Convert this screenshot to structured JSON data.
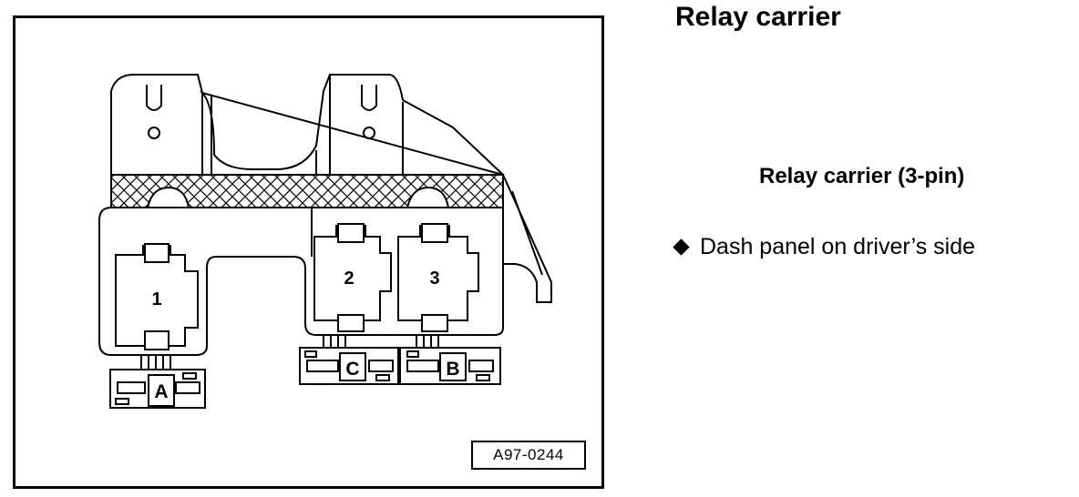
{
  "diagram": {
    "title": "Relay carrier",
    "subtitle": "Relay carrier (3-pin)",
    "location_note": "Dash panel on driver’s side",
    "reference_code": "A97-0244",
    "relay_labels": [
      "1",
      "2",
      "3"
    ],
    "connector_labels": [
      "A",
      "C",
      "B"
    ]
  }
}
